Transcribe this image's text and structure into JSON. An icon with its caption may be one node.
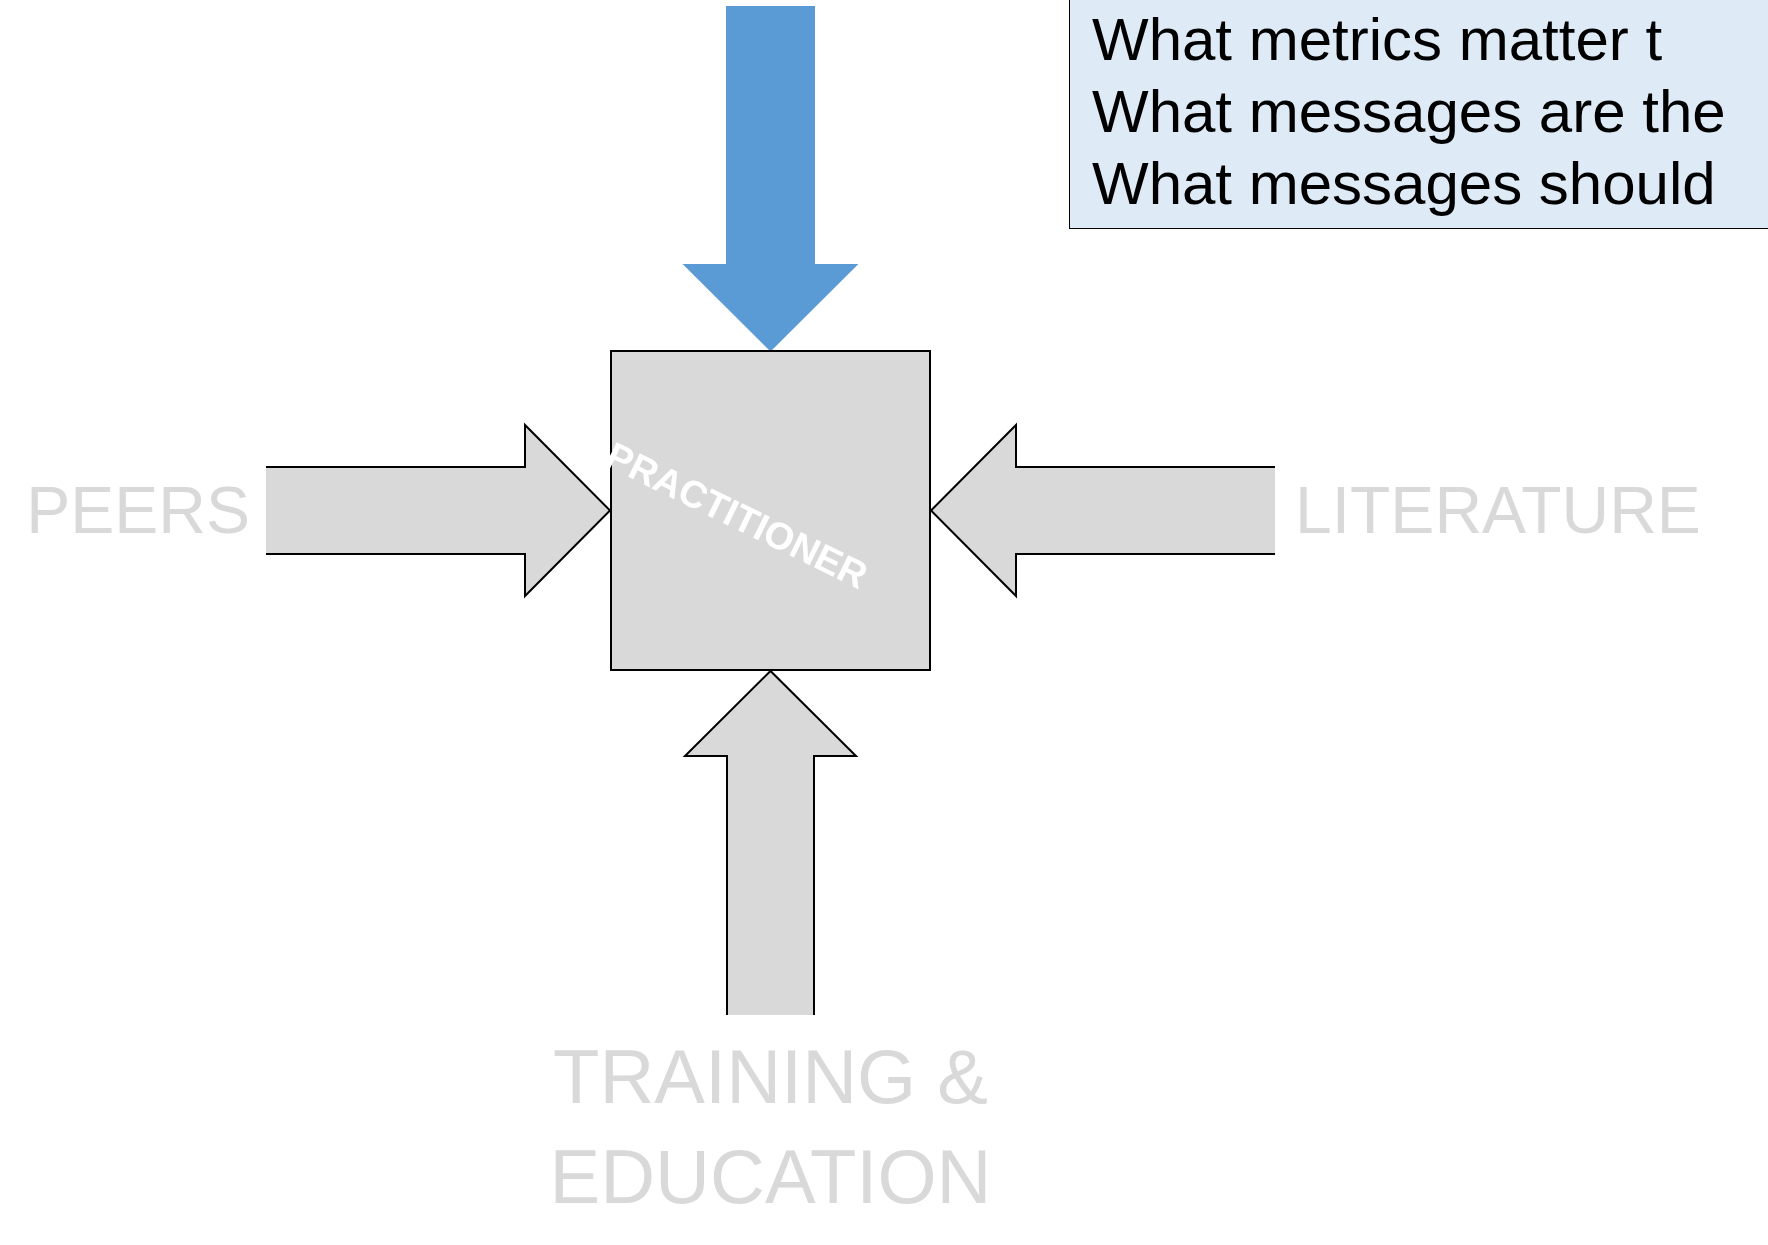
{
  "diagram": {
    "nodes": [
      {
        "text": [
          "What metrics matter t",
          "What messages are the",
          "What messages should"
        ]
      },
      {
        "text": [
          "PEERS"
        ]
      },
      {
        "text": [
          "PRACTITIONER"
        ]
      },
      {
        "text": [
          "LITERATURE"
        ]
      },
      {
        "text": [
          "TRAINING & EDUCATION"
        ]
      }
    ],
    "edges": [
      {
        "from": null,
        "to": 2,
        "arrow": "to",
        "color": "#5b9bd5"
      },
      {
        "from": 1,
        "to": 2,
        "arrow": "to"
      },
      {
        "from": 3,
        "to": 2,
        "arrow": "to"
      },
      {
        "from": 4,
        "to": 2,
        "arrow": "to"
      }
    ]
  }
}
